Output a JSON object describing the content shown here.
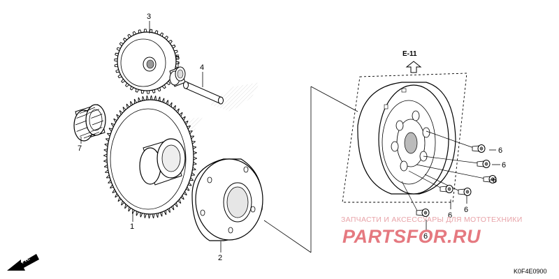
{
  "diagram": {
    "reference": "E-11",
    "figure_code": "K0F4E0900",
    "front_indicator": "FR.",
    "callouts": {
      "p1": "1",
      "p2": "2",
      "p3": "3",
      "p4": "4",
      "p5": "5",
      "p6": "6",
      "p7": "7"
    }
  },
  "watermark": {
    "caption": "ЗАПЧАСТИ И АКСЕССУАРЫ ДЛЯ МОТОТЕХНИКИ",
    "logo": "PARTSFOR.RU",
    "color": "#e57980"
  }
}
